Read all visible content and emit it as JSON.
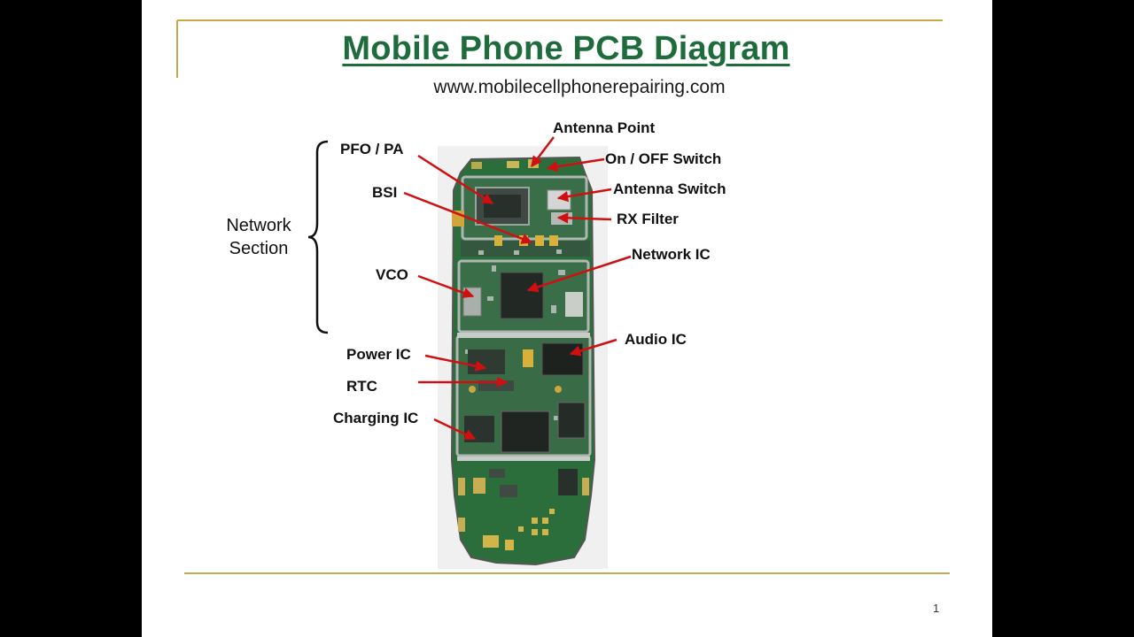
{
  "slide": {
    "title": "Mobile Phone PCB Diagram",
    "subtitle": "www.mobilecellphonerepairing.com",
    "page_number": "1",
    "accent_color": "#1e6b3c",
    "rule_color": "#c8a84a",
    "pointer_color": "#d01010"
  },
  "section": {
    "line1": "Network",
    "line2": "Section"
  },
  "labels": {
    "antenna_point": "Antenna Point",
    "on_off_switch": "On / OFF Switch",
    "antenna_switch": "Antenna Switch",
    "rx_filter": "RX Filter",
    "network_ic": "Network IC",
    "audio_ic": "Audio IC",
    "pfo_pa": "PFO / PA",
    "bsi": "BSI",
    "vco": "VCO",
    "power_ic": "Power IC",
    "rtc": "RTC",
    "charging_ic": "Charging IC"
  }
}
